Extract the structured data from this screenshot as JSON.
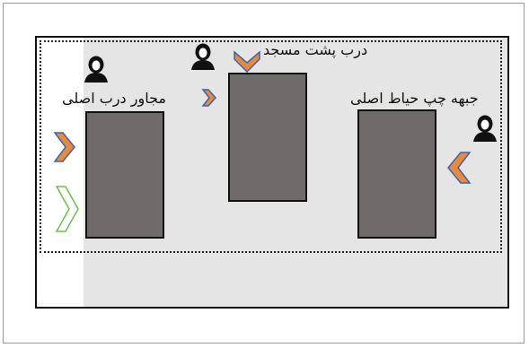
{
  "labels": {
    "near_main_door": "مجاور درب اصلی",
    "behind_mosque_door": "درب پشت مسجد",
    "left_front_main_yard": "جبهه چپ حیاط اصلی"
  },
  "colors": {
    "block_fill": "#6f6b6b",
    "arrow_orange": "#e88a3a",
    "arrow_blue": "#3a63b8",
    "arrow_green": "#6fbf4a",
    "gray_zone": "#e5e5e5"
  },
  "icons": [
    "person-icon",
    "chevron-right-icon",
    "chevron-left-icon",
    "chevron-down-icon"
  ]
}
